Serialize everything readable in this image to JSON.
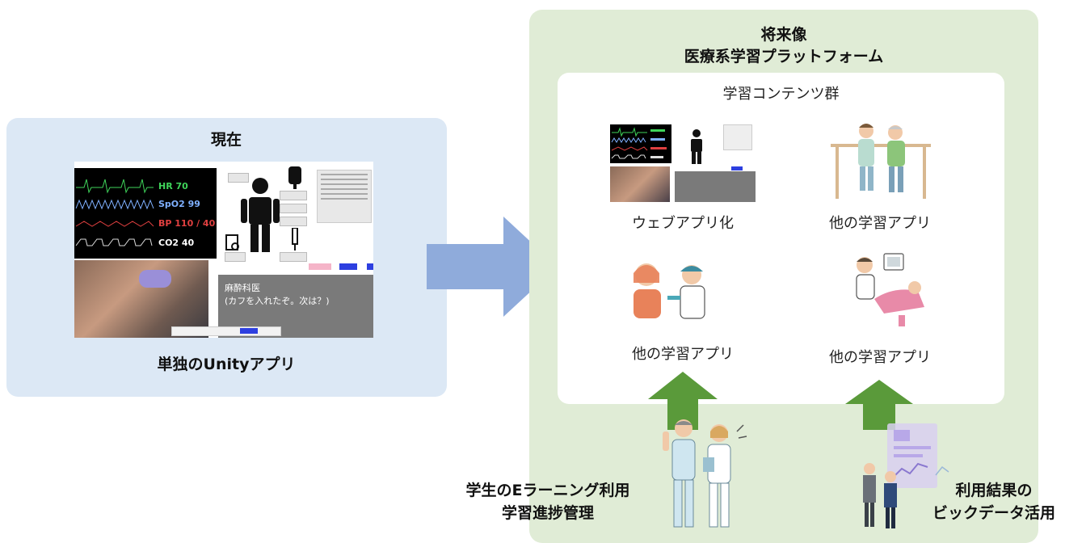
{
  "left": {
    "title": "現在",
    "caption": "単独のUnityアプリ",
    "screen": {
      "hr": "HR 70",
      "spo2": "SpO2 99",
      "bp": "BP 110 / 40",
      "co2": "CO2 40",
      "speaker": "麻酔科医",
      "message": "(カフを入れたぞ。次は？)"
    }
  },
  "right": {
    "title_line1": "将来像",
    "title_line2": "医療系学習プラットフォーム",
    "content_title": "学習コンテンツ群",
    "apps": [
      {
        "label": "ウェブアプリ化"
      },
      {
        "label": "他の学習アプリ"
      },
      {
        "label": "他の学習アプリ"
      },
      {
        "label": "他の学習アプリ"
      }
    ],
    "bottom_left_line1": "学生のEラーニング利用",
    "bottom_left_line2": "学習進捗管理",
    "bottom_right_line1": "利用結果の",
    "bottom_right_line2": "ビックデータ活用"
  },
  "colors": {
    "left_panel": "#dce8f5",
    "right_panel": "#e0ecd6",
    "main_arrow": "#8fabdb",
    "green_arrow": "#5a9a3a"
  }
}
